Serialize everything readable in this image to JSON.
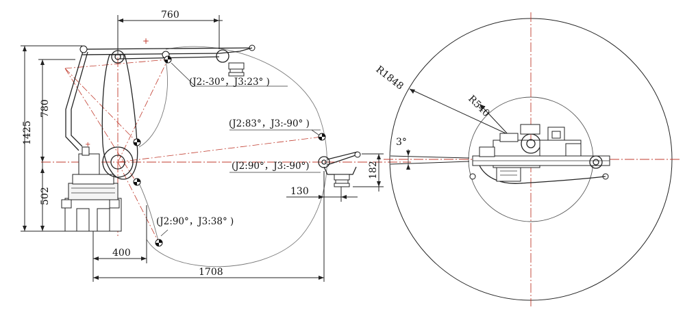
{
  "dimensions": {
    "top_reach": "760",
    "total_height": "1425",
    "upper_height": "780",
    "base_height": "502",
    "rear_offset": "400",
    "total_reach": "1708",
    "wrist_offset": "130",
    "wrist_drop": "182"
  },
  "annotations": {
    "pose_top": "(J2:-30°，J3:23° )",
    "pose_mid": "(J2:83°，J3:-90° )",
    "pose_horizontal": "(J2:90°，J3:-90°)",
    "pose_bottom": "(J2:90°，J3:38° )"
  },
  "top_view": {
    "outer_radius": "R1848",
    "inner_radius": "R540",
    "angle": "3°"
  },
  "colors": {
    "line": "#222222",
    "centerline": "#c0392b",
    "envelope": "#777777"
  }
}
